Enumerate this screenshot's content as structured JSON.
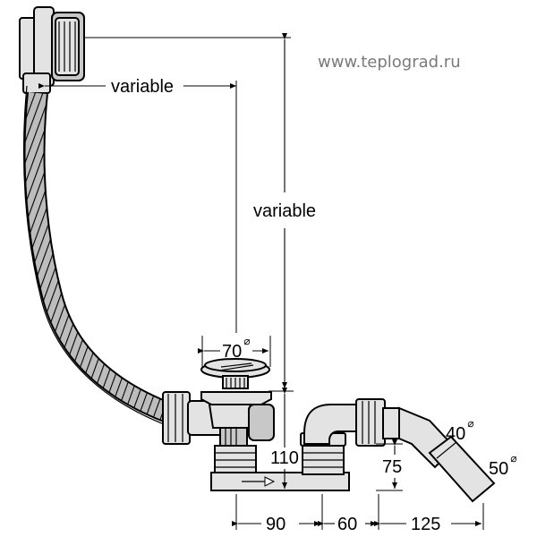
{
  "watermark": "www.teplograd.ru",
  "labels": {
    "variable_horizontal": "variable",
    "variable_vertical": "variable",
    "dia_70": "70",
    "dia_40": "40",
    "dia_50": "50",
    "diameter_symbol": "⌀",
    "dim_110": "110",
    "dim_75": "75",
    "dim_90": "90",
    "dim_60": "60",
    "dim_125": "125"
  },
  "colors": {
    "line": "#000000",
    "part_fill": "#e3e3e3",
    "part_shade": "#c8c8c8",
    "watermark": "#7a7a7a"
  }
}
